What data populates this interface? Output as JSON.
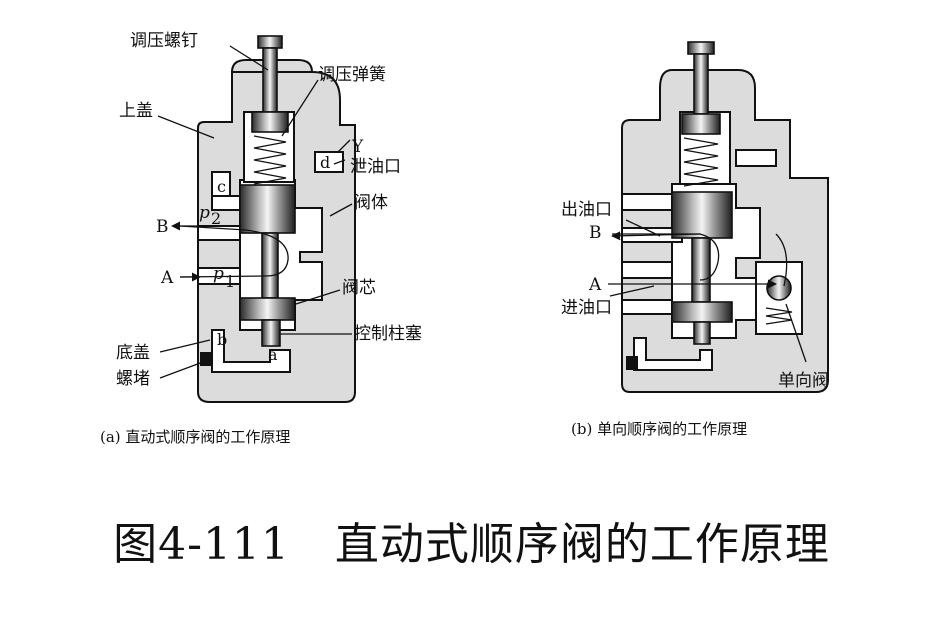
{
  "figure_title": "图4-111　直动式顺序阀的工作原理",
  "diagram_a": {
    "caption": "(a) 直动式顺序阀的工作原理",
    "labels": {
      "adjusting_screw": "调压螺钉",
      "adjusting_spring": "调压弹簧",
      "top_cover": "上盖",
      "port_y": "Y",
      "drain_port": "泄油口",
      "valve_body": "阀体",
      "spool": "阀芯",
      "control_plunger": "控制柱塞",
      "bottom_cover": "底盖",
      "plug": "螺堵",
      "port_a": "A",
      "port_b": "B",
      "p1": "p",
      "p1_sub": "1",
      "p2": "p",
      "p2_sub": "2",
      "chamber_a": "a",
      "chamber_b": "b",
      "chamber_c": "c",
      "chamber_d": "d"
    }
  },
  "diagram_b": {
    "caption": "(b) 单向顺序阀的工作原理",
    "labels": {
      "outlet": "出油口",
      "port_b": "B",
      "port_a": "A",
      "inlet": "进油口",
      "check_valve": "单向阀"
    }
  }
}
